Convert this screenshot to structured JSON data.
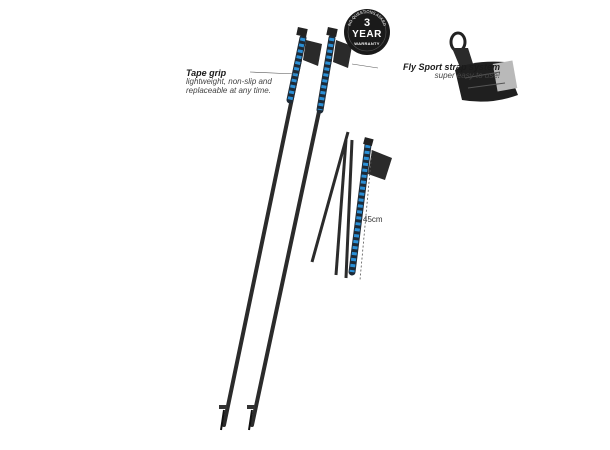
{
  "callouts": {
    "tape_grip": {
      "title": "Tape grip",
      "description_line1": "lightweight, non-slip and",
      "description_line2": "replaceable at any time."
    },
    "strap_system": {
      "title": "Fly Sport strap system",
      "description": "super easy to use!"
    },
    "folded_length": "45cm"
  },
  "warranty_badge": {
    "arc_text": "NO QUESTIONS ASKED",
    "number": "3",
    "word": "YEAR",
    "sub": "WARRANTY"
  },
  "colors": {
    "pole_shaft": "#2b2b2b",
    "grip_blue": "#2a8fd6",
    "grip_dark": "#1e2a36",
    "badge": "#1a1a1a",
    "leader_line": "#555555"
  }
}
